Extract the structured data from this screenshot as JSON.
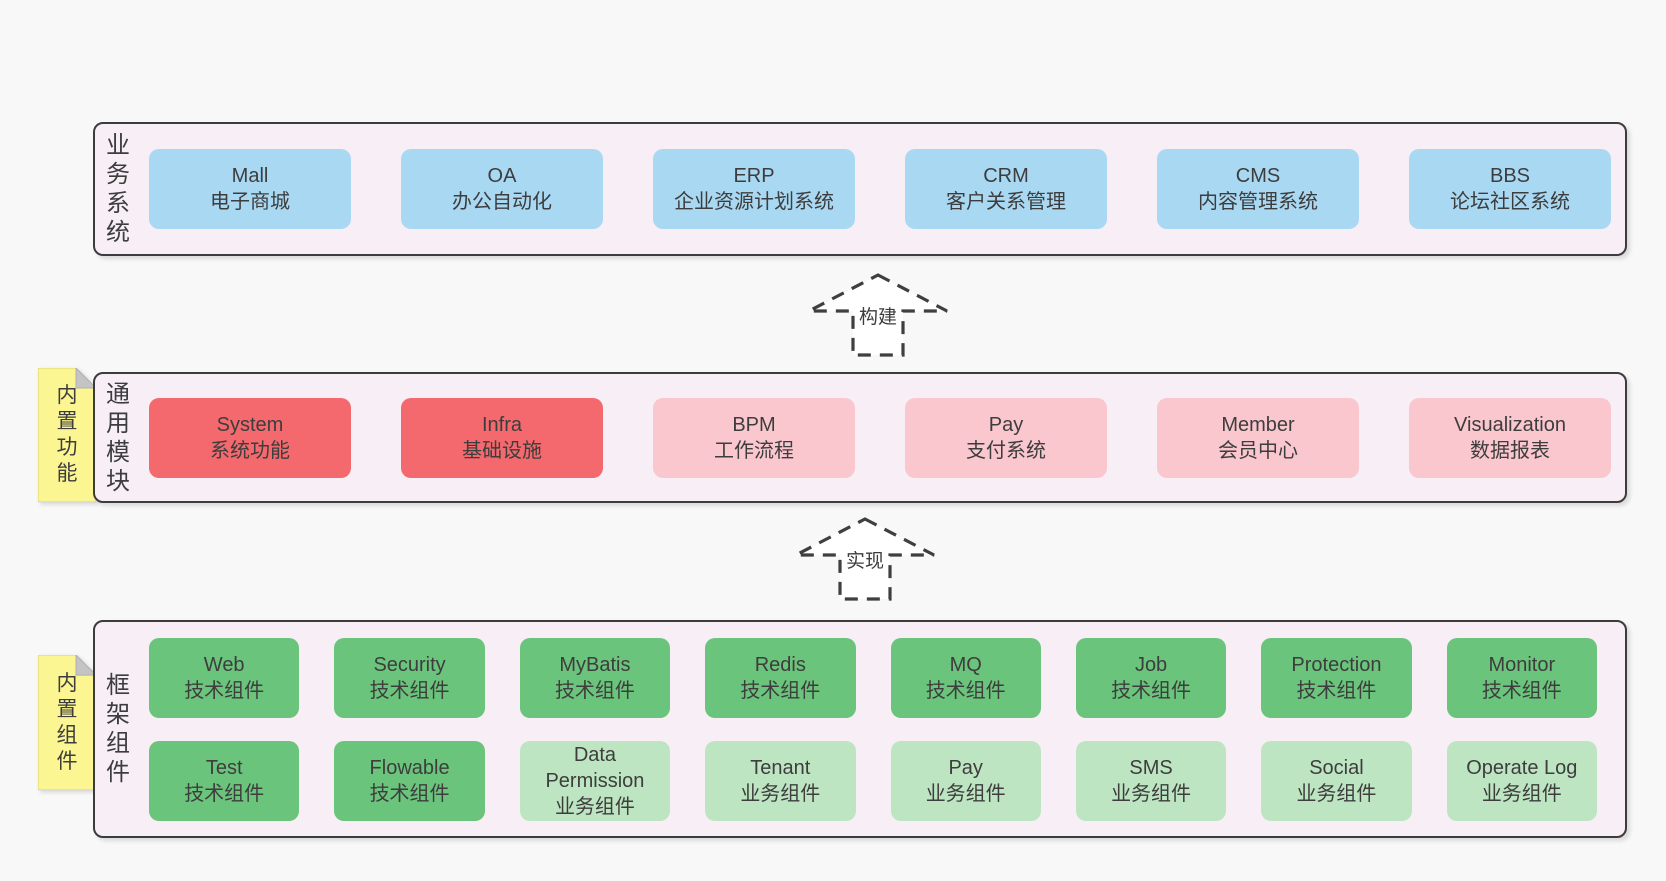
{
  "colors": {
    "page_bg": "#f8f8f8",
    "band_bg": "#f8eef6",
    "band_border": "#3c3c3c",
    "blue": "#a9d8f3",
    "red": "#f3696d",
    "pink": "#fac7cf",
    "green": "#6bc47c",
    "lightgreen": "#bee5c2",
    "note_yellow": "#fbf691",
    "note_fold": "#c4c4c4",
    "text": "#3d3d3d",
    "arrow_stroke": "#3f3f3f"
  },
  "arrows": {
    "build": "构建",
    "implement": "实现"
  },
  "bands": {
    "business": {
      "label": "业务系统",
      "boxes": [
        {
          "en": "Mall",
          "zh": "电子商城",
          "variant": "blue"
        },
        {
          "en": "OA",
          "zh": "办公自动化",
          "variant": "blue"
        },
        {
          "en": "ERP",
          "zh": "企业资源计划系统",
          "variant": "blue"
        },
        {
          "en": "CRM",
          "zh": "客户关系管理",
          "variant": "blue"
        },
        {
          "en": "CMS",
          "zh": "内容管理系统",
          "variant": "blue"
        },
        {
          "en": "BBS",
          "zh": "论坛社区系统",
          "variant": "blue"
        }
      ]
    },
    "modules": {
      "label": "通用模块",
      "note": "内置功能",
      "boxes": [
        {
          "en": "System",
          "zh": "系统功能",
          "variant": "red"
        },
        {
          "en": "Infra",
          "zh": "基础设施",
          "variant": "red"
        },
        {
          "en": "BPM",
          "zh": "工作流程",
          "variant": "pink"
        },
        {
          "en": "Pay",
          "zh": "支付系统",
          "variant": "pink"
        },
        {
          "en": "Member",
          "zh": "会员中心",
          "variant": "pink"
        },
        {
          "en": "Visualization",
          "zh": "数据报表",
          "variant": "pink"
        }
      ]
    },
    "components": {
      "label": "框架组件",
      "note": "内置组件",
      "row1": [
        {
          "en": "Web",
          "zh": "技术组件",
          "variant": "green"
        },
        {
          "en": "Security",
          "zh": "技术组件",
          "variant": "green"
        },
        {
          "en": "MyBatis",
          "zh": "技术组件",
          "variant": "green"
        },
        {
          "en": "Redis",
          "zh": "技术组件",
          "variant": "green"
        },
        {
          "en": "MQ",
          "zh": "技术组件",
          "variant": "green"
        },
        {
          "en": "Job",
          "zh": "技术组件",
          "variant": "green"
        },
        {
          "en": "Protection",
          "zh": "技术组件",
          "variant": "green"
        },
        {
          "en": "Monitor",
          "zh": "技术组件",
          "variant": "green"
        }
      ],
      "row2": [
        {
          "en": "Test",
          "zh": "技术组件",
          "variant": "green"
        },
        {
          "en": "Flowable",
          "zh": "技术组件",
          "variant": "green"
        },
        {
          "en": "Data Permission",
          "zh": "业务组件",
          "variant": "lightgreen"
        },
        {
          "en": "Tenant",
          "zh": "业务组件",
          "variant": "lightgreen"
        },
        {
          "en": "Pay",
          "zh": "业务组件",
          "variant": "lightgreen"
        },
        {
          "en": "SMS",
          "zh": "业务组件",
          "variant": "lightgreen"
        },
        {
          "en": "Social",
          "zh": "业务组件",
          "variant": "lightgreen"
        },
        {
          "en": "Operate Log",
          "zh": "业务组件",
          "variant": "lightgreen"
        }
      ]
    }
  }
}
